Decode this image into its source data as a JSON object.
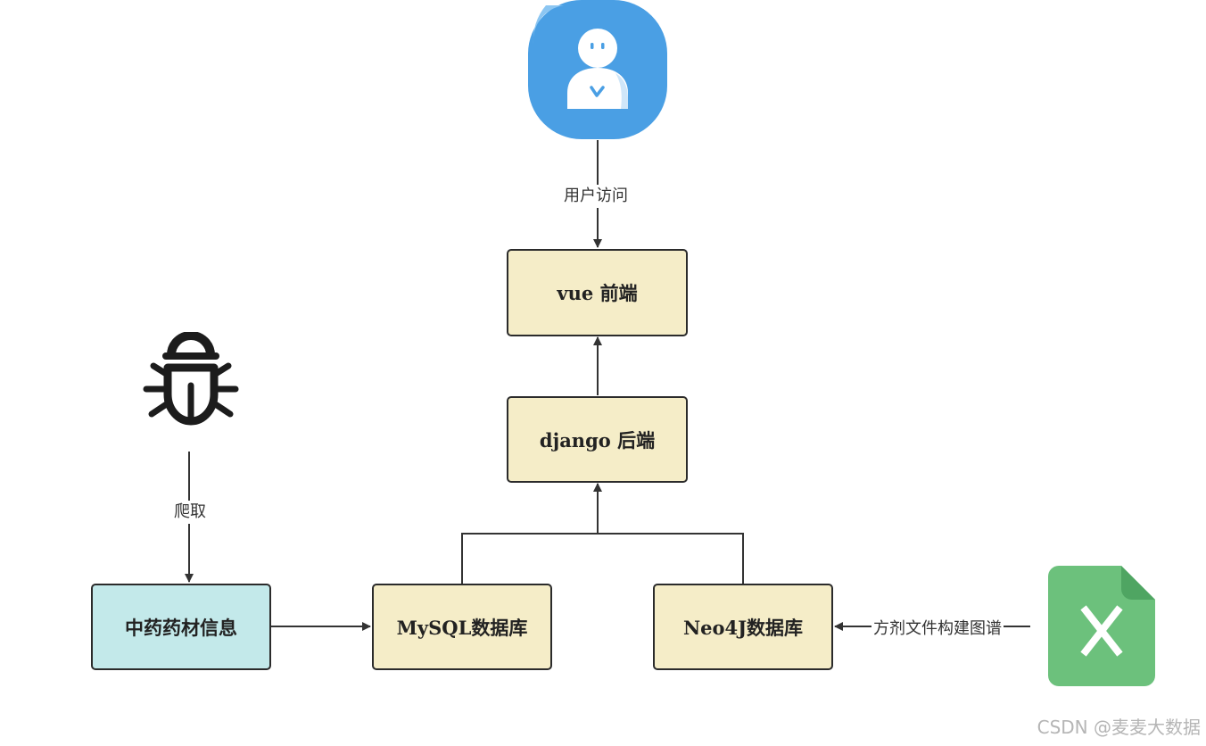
{
  "nodes": {
    "vue_frontend": "vue 前端",
    "django_backend": "django 后端",
    "herb_info": "中药药材信息",
    "mysql_db": "MySQL数据库",
    "neo4j_db": "Neo4J数据库"
  },
  "edges": {
    "user_access": "用户访问",
    "crawl": "爬取",
    "prescription_graph": "方剂文件构建图谱"
  },
  "icons": {
    "user": "user-avatar-icon",
    "crawler": "bug-icon",
    "excel": "excel-file-icon"
  },
  "colors": {
    "box_beige": "#f5edc8",
    "box_cyan": "#c3e9ea",
    "user_blue": "#4a9fe4",
    "excel_green": "#6cc17c"
  },
  "watermark": "CSDN @麦麦大数据"
}
